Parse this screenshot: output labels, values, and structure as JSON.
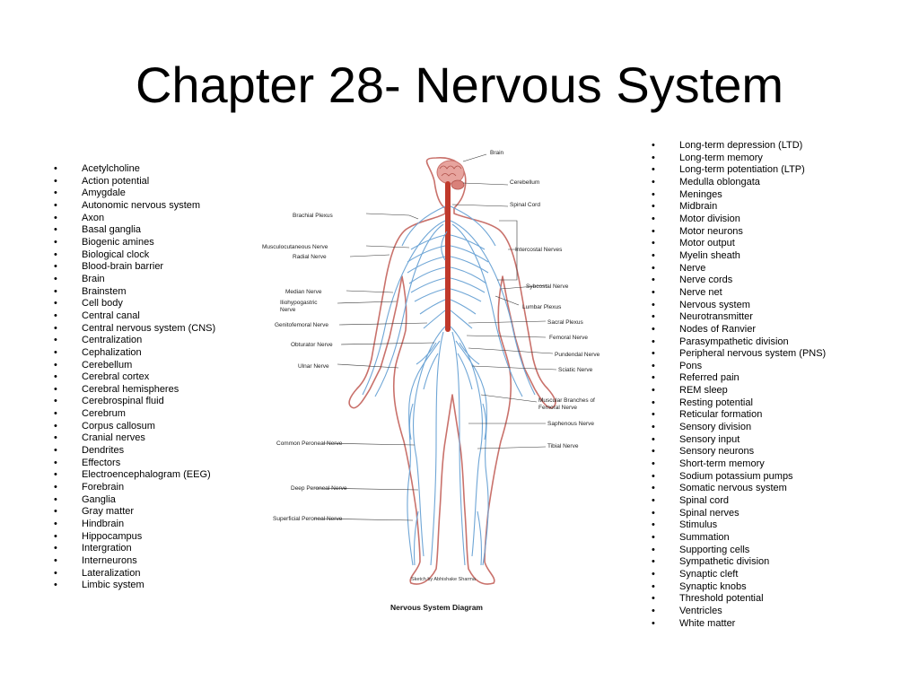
{
  "title": "Chapter 28- Nervous System",
  "left_terms": [
    "Acetylcholine",
    "Action potential",
    "Amygdale",
    "Autonomic nervous system",
    "Axon",
    "Basal ganglia",
    "Biogenic amines",
    "Biological clock",
    "Blood-brain barrier",
    "Brain",
    "Brainstem",
    "Cell body",
    "Central canal",
    "Central nervous system (CNS)",
    "Centralization",
    "Cephalization",
    "Cerebellum",
    "Cerebral cortex",
    "Cerebral hemispheres",
    "Cerebrospinal fluid",
    "Cerebrum",
    "Corpus callosum",
    "Cranial nerves",
    "Dendrites",
    "Effectors",
    "Electroencephalogram (EEG)",
    "Forebrain",
    "Ganglia",
    "Gray matter",
    "Hindbrain",
    "Hippocampus",
    "Intergration",
    "Interneurons",
    "Lateralization",
    "Limbic system"
  ],
  "right_terms": [
    "Long-term depression (LTD)",
    "Long-term memory",
    "Long-term potentiation (LTP)",
    "Medulla oblongata",
    "Meninges",
    "Midbrain",
    "Motor division",
    "Motor neurons",
    "Motor output",
    "Myelin sheath",
    "Nerve",
    "Nerve cords",
    "Nerve net",
    "Nervous system",
    "Neurotransmitter",
    "Nodes of Ranvier",
    "Parasympathetic division",
    "Peripheral nervous system (PNS)",
    "Pons",
    "Referred pain",
    "REM sleep",
    "Resting potential",
    "Reticular formation",
    "Sensory division",
    "Sensory input",
    "Sensory neurons",
    "Short-term memory",
    "Sodium potassium pumps",
    "Somatic nervous system",
    "Spinal cord",
    "Spinal nerves",
    "Stimulus",
    "Summation",
    "Supporting cells",
    "Sympathetic division",
    "Synaptic cleft",
    "Synaptic knobs",
    "Threshold potential",
    "Ventricles",
    "White matter"
  ],
  "diagram": {
    "caption": "Nervous System Diagram",
    "credit": "Sketch by Abhishake Sharma",
    "labels": {
      "brain": "Brain",
      "cerebellum": "Cerebellum",
      "spinal_cord": "Spinal Cord",
      "brachial_plexus": "Brachial Plexus",
      "musculocutaneous": "Musculocutaneous Nerve",
      "radial": "Radial Nerve",
      "intercostal": "Intercostal Nerves",
      "subcostal": "Sybcostal Nerve",
      "median": "Median Nerve",
      "iliohypogastric_1": "Iliohypogastric",
      "iliohypogastric_2": "Nerve",
      "lumbar": "Lumbar Plexus",
      "sacral": "Sacral Plexus",
      "genitofemoral": "Genitofemoral Nerve",
      "femoral": "Femoral Nerve",
      "obturator": "Obturator Nerve",
      "pundendal": "Pundendal Nerve",
      "ulnar": "Ulnar Nerve",
      "sciatic": "Sciatic Nerve",
      "muscular_1": "Muscular Branches of",
      "muscular_2": "Femoral Nerve",
      "saphenous": "Saphenous Nerve",
      "common_peroneal": "Common Peroneal Nerve",
      "tibial": "Tibial Nerve",
      "deep_peroneal": "Deep Peroneal Nerve",
      "superficial_peroneal": "Superficial Peroneal Nerve"
    },
    "colors": {
      "outline": "#c9716b",
      "nerve": "#6fa6d6",
      "spine": "#c0392b",
      "brain": "#d9817a",
      "leader": "#333333"
    }
  }
}
